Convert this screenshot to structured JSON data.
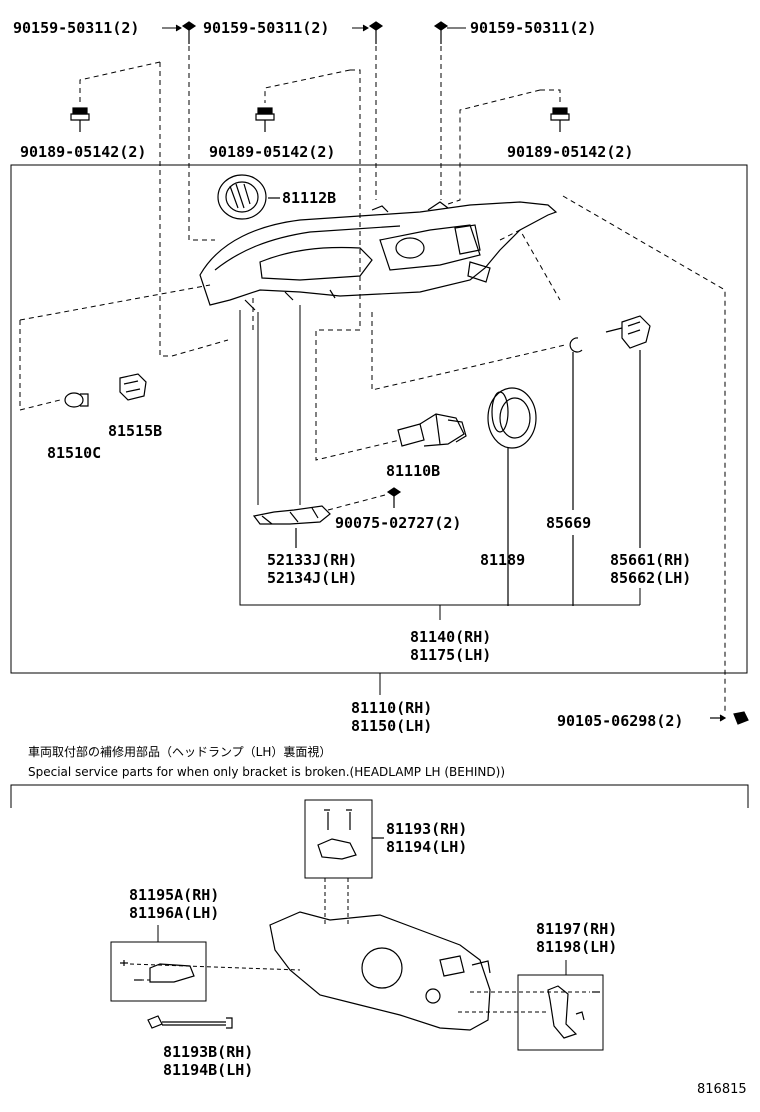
{
  "labels": {
    "bolt_top_1": "90159-50311(2)",
    "bolt_top_2": "90159-50311(2)",
    "bolt_top_3": "90159-50311(2)",
    "clip_1": "90189-05142(2)",
    "clip_2": "90189-05142(2)",
    "clip_3": "90189-05142(2)",
    "cap": "81112B",
    "bulb_small": "81510C",
    "socket": "81515B",
    "bulb_main": "81110B",
    "screw": "90075-02727(2)",
    "ring": "85669",
    "cover": "81189",
    "bracket_rh": "52133J(RH)",
    "bracket_lh": "52134J(LH)",
    "actuator_rh": "85661(RH)",
    "actuator_lh": "85662(LH)",
    "unit_rh": "81140(RH)",
    "unit_lh": "81175(LH)",
    "assy_rh": "81110(RH)",
    "assy_lh": "81150(LH)",
    "bolt_side": "90105-06298(2)",
    "bracket_a_rh": "81193(RH)",
    "bracket_a_lh": "81194(LH)",
    "bracket_b_rh": "81195A(RH)",
    "bracket_b_lh": "81196A(LH)",
    "bracket_c_rh": "81197(RH)",
    "bracket_c_lh": "81198(LH)",
    "rod_rh": "81193B(RH)",
    "rod_lh": "81194B(LH)",
    "diagram_id": "816815"
  },
  "notes": {
    "japanese": "車両取付部の補修用部品（ヘッドランプ（LH）裏面視）",
    "english": "Special service parts for when only bracket is broken.(HEADLAMP LH (BEHIND))"
  }
}
